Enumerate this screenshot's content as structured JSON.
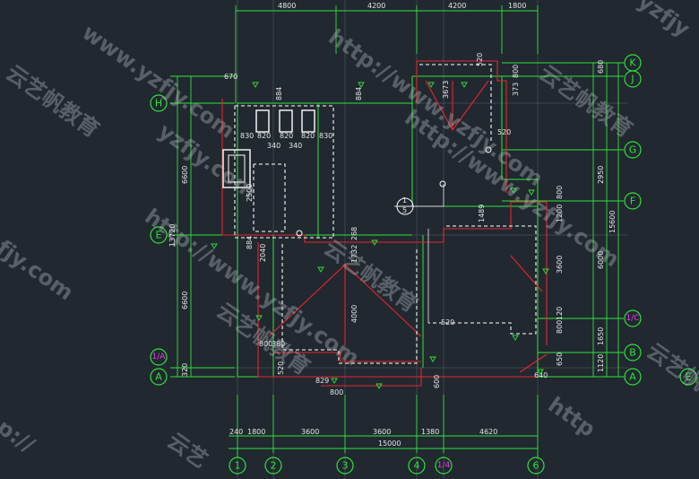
{
  "top_dims": [
    "4800",
    "4200",
    "4200",
    "1800"
  ],
  "bottom_dims_1": [
    "240",
    "1800",
    "3600",
    "3600",
    "1380",
    "4620"
  ],
  "bottom_total": "15000",
  "left_dims_1": [
    "670",
    "6600",
    "6600",
    "320"
  ],
  "left_total": "13720",
  "right_dims_1": [
    "680",
    "2950",
    "800",
    "1200",
    "3600",
    "800",
    "120",
    "1650",
    "650",
    "1120"
  ],
  "right_dims_2": [
    "6000",
    "15600"
  ],
  "right_col": [
    "1120"
  ],
  "axes": {
    "top": [],
    "bottom": [
      "1",
      "2",
      "3",
      "4",
      "1/4",
      "6"
    ],
    "left": [
      "H",
      "E",
      "1/A",
      "A"
    ],
    "right": [
      "K",
      "J",
      "G",
      "F",
      "1/C",
      "B",
      "A"
    ],
    "right_edge": [
      "E"
    ]
  },
  "interior_dims": {
    "d884a": "884",
    "d884b": "884",
    "d830a": "830",
    "d820a": "820",
    "d820b": "820",
    "d820c": "820",
    "d830b": "830",
    "d340a": "340",
    "d340b": "340",
    "d2500": "2500",
    "d884c": "884",
    "d2040": "2040",
    "d1732": "1732",
    "d268": "268",
    "d4000": "4000",
    "d800a": "800",
    "d380": "380",
    "d520a": "520",
    "d829": "829",
    "d800b": "800",
    "d3673": "3673",
    "d520b": "520",
    "d373": "373",
    "d800c": "800",
    "d520c": "520",
    "d1489": "1489",
    "d520d": "520",
    "d600": "600",
    "d640": "640",
    "d1200": "1200",
    "d800d": "800",
    "d3600": "3600",
    "d800e": "800",
    "d120": "120",
    "d650": "650",
    "section_num": "1",
    "section_den": "5"
  },
  "watermarks": {
    "w1": "www.yzfjy.com",
    "w2": "yzfjy",
    "w3": "云艺帆教育",
    "w4": "http://www.yzfjy.com",
    "w5": "云艺帆教育",
    "w6": "yzfjy.com",
    "w7": "http://www.yzfjy.com",
    "w8": "云艺帆教育",
    "w9": "fjy.com",
    "w10": "http://www.yzfjy.com",
    "w11": "云艺帆教育",
    "w12": "http",
    "w13": "云艺",
    "w14": "p://",
    "w15": "云艺帆教育"
  }
}
